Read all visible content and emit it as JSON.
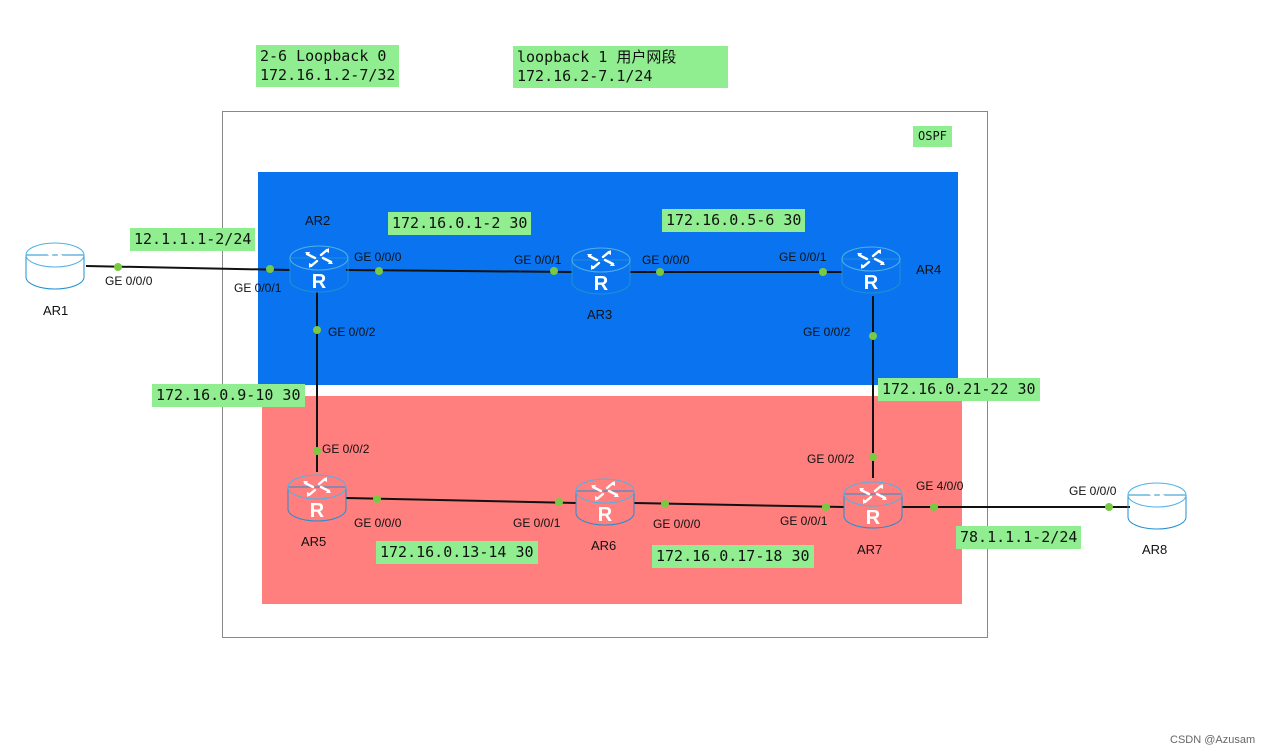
{
  "colors": {
    "area_blue": "#0a74f0",
    "area_red": "#ff7f7f",
    "label_bg": "#90ee90",
    "link": "#111111",
    "port_dot": "#7ac943"
  },
  "notes": {
    "loopback0": "2-6 Loopback 0\n172.16.1.2-7/32",
    "loopback1": "loopback 1 用户网段\n172.16.2-7.1/24",
    "ospf": "OSPF"
  },
  "subnets": {
    "ar1_ar2": "12.1.1.1-2/24",
    "ar2_ar3": "172.16.0.1-2 30",
    "ar3_ar4": "172.16.0.5-6 30",
    "ar2_ar5": "172.16.0.9-10 30",
    "ar4_ar7": "172.16.0.21-22 30",
    "ar5_ar6": "172.16.0.13-14 30",
    "ar6_ar7": "172.16.0.17-18 30",
    "ar7_ar8": "78.1.1.1-2/24"
  },
  "routers": {
    "ar1": "AR1",
    "ar2": "AR2",
    "ar3": "AR3",
    "ar4": "AR4",
    "ar5": "AR5",
    "ar6": "AR6",
    "ar7": "AR7",
    "ar8": "AR8"
  },
  "ports": {
    "ar1_g000": "GE 0/0/0",
    "ar2_g001": "GE 0/0/1",
    "ar2_g000": "GE 0/0/0",
    "ar2_g002": "GE 0/0/2",
    "ar3_g001": "GE 0/0/1",
    "ar3_g000": "GE 0/0/0",
    "ar4_g001": "GE 0/0/1",
    "ar4_g002": "GE 0/0/2",
    "ar5_g002": "GE 0/0/2",
    "ar5_g000": "GE 0/0/0",
    "ar6_g001": "GE 0/0/1",
    "ar6_g000": "GE 0/0/0",
    "ar7_g002": "GE 0/0/2",
    "ar7_g001": "GE 0/0/1",
    "ar7_g400": "GE 4/0/0",
    "ar8_g000": "GE 0/0/0"
  },
  "watermark": "CSDN @Azusam"
}
